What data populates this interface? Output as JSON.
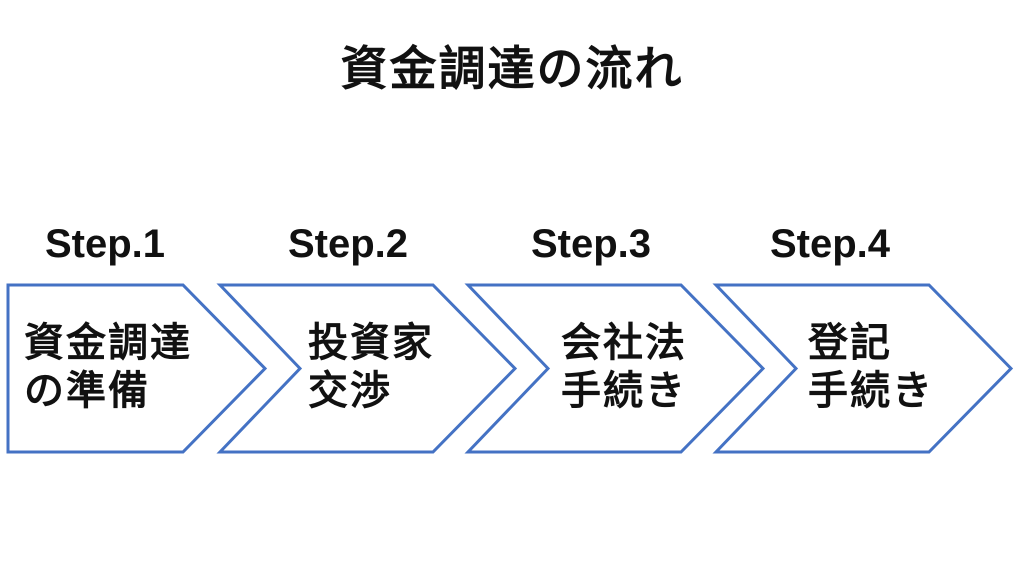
{
  "title": "資金調達の流れ",
  "colors": {
    "chevron_border": "#4472C4",
    "chevron_fill": "#FFFFFF",
    "text": "#111111",
    "background": "#FFFFFF"
  },
  "diagram": {
    "type": "horizontal-process-flow",
    "direction": "left-to-right",
    "step_count": 4
  },
  "steps": [
    {
      "label": "Step.1",
      "line1": "資金調達",
      "line2": "の準備"
    },
    {
      "label": "Step.2",
      "line1": "投資家",
      "line2": "交渉"
    },
    {
      "label": "Step.3",
      "line1": "会社法",
      "line2": "手続き"
    },
    {
      "label": "Step.4",
      "line1": "登記",
      "line2": "手続き"
    }
  ]
}
